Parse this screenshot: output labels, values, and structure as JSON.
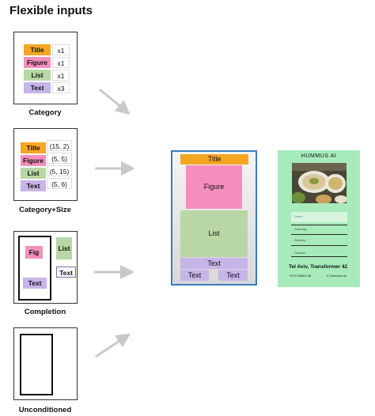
{
  "heading": "Flexible inputs",
  "colors": {
    "title": "#f5a623",
    "figure": "#f48fbd",
    "list": "#b8d7a5",
    "text": "#c7b4e8",
    "frame_border": "#3a7bbf",
    "poster_bg": "#a7ebbb"
  },
  "category": {
    "caption": "Category",
    "rows": [
      {
        "label": "Title",
        "value": "x1"
      },
      {
        "label": "Figure",
        "value": "x1"
      },
      {
        "label": "List",
        "value": "x1"
      },
      {
        "label": "Text",
        "value": "x3"
      }
    ]
  },
  "category_size": {
    "caption": "Category+Size",
    "rows": [
      {
        "label": "Title",
        "value": "(15, 2)"
      },
      {
        "label": "Figure",
        "value": "(5, 5)"
      },
      {
        "label": "List",
        "value": "(5, 15)"
      },
      {
        "label": "Text",
        "value": "(5, 6)"
      }
    ]
  },
  "completion": {
    "caption": "Completion",
    "fig": "Fig",
    "list": "List",
    "text_inside": "Text",
    "text_outside": "Text"
  },
  "unconditioned": {
    "caption": "Unconditioned"
  },
  "layout": {
    "title": "Title",
    "figure": "Figure",
    "list": "List",
    "text_main": "Text",
    "text_left": "Text",
    "text_right": "Text"
  },
  "poster": {
    "title": "HUMMUS AI",
    "fields": [
      "Name",
      "Catering",
      "Delivery",
      "Contact"
    ],
    "address": "Tel Aviv, Transformer 42",
    "phone": "+972-51891745",
    "brand": "© Hummus AI"
  }
}
